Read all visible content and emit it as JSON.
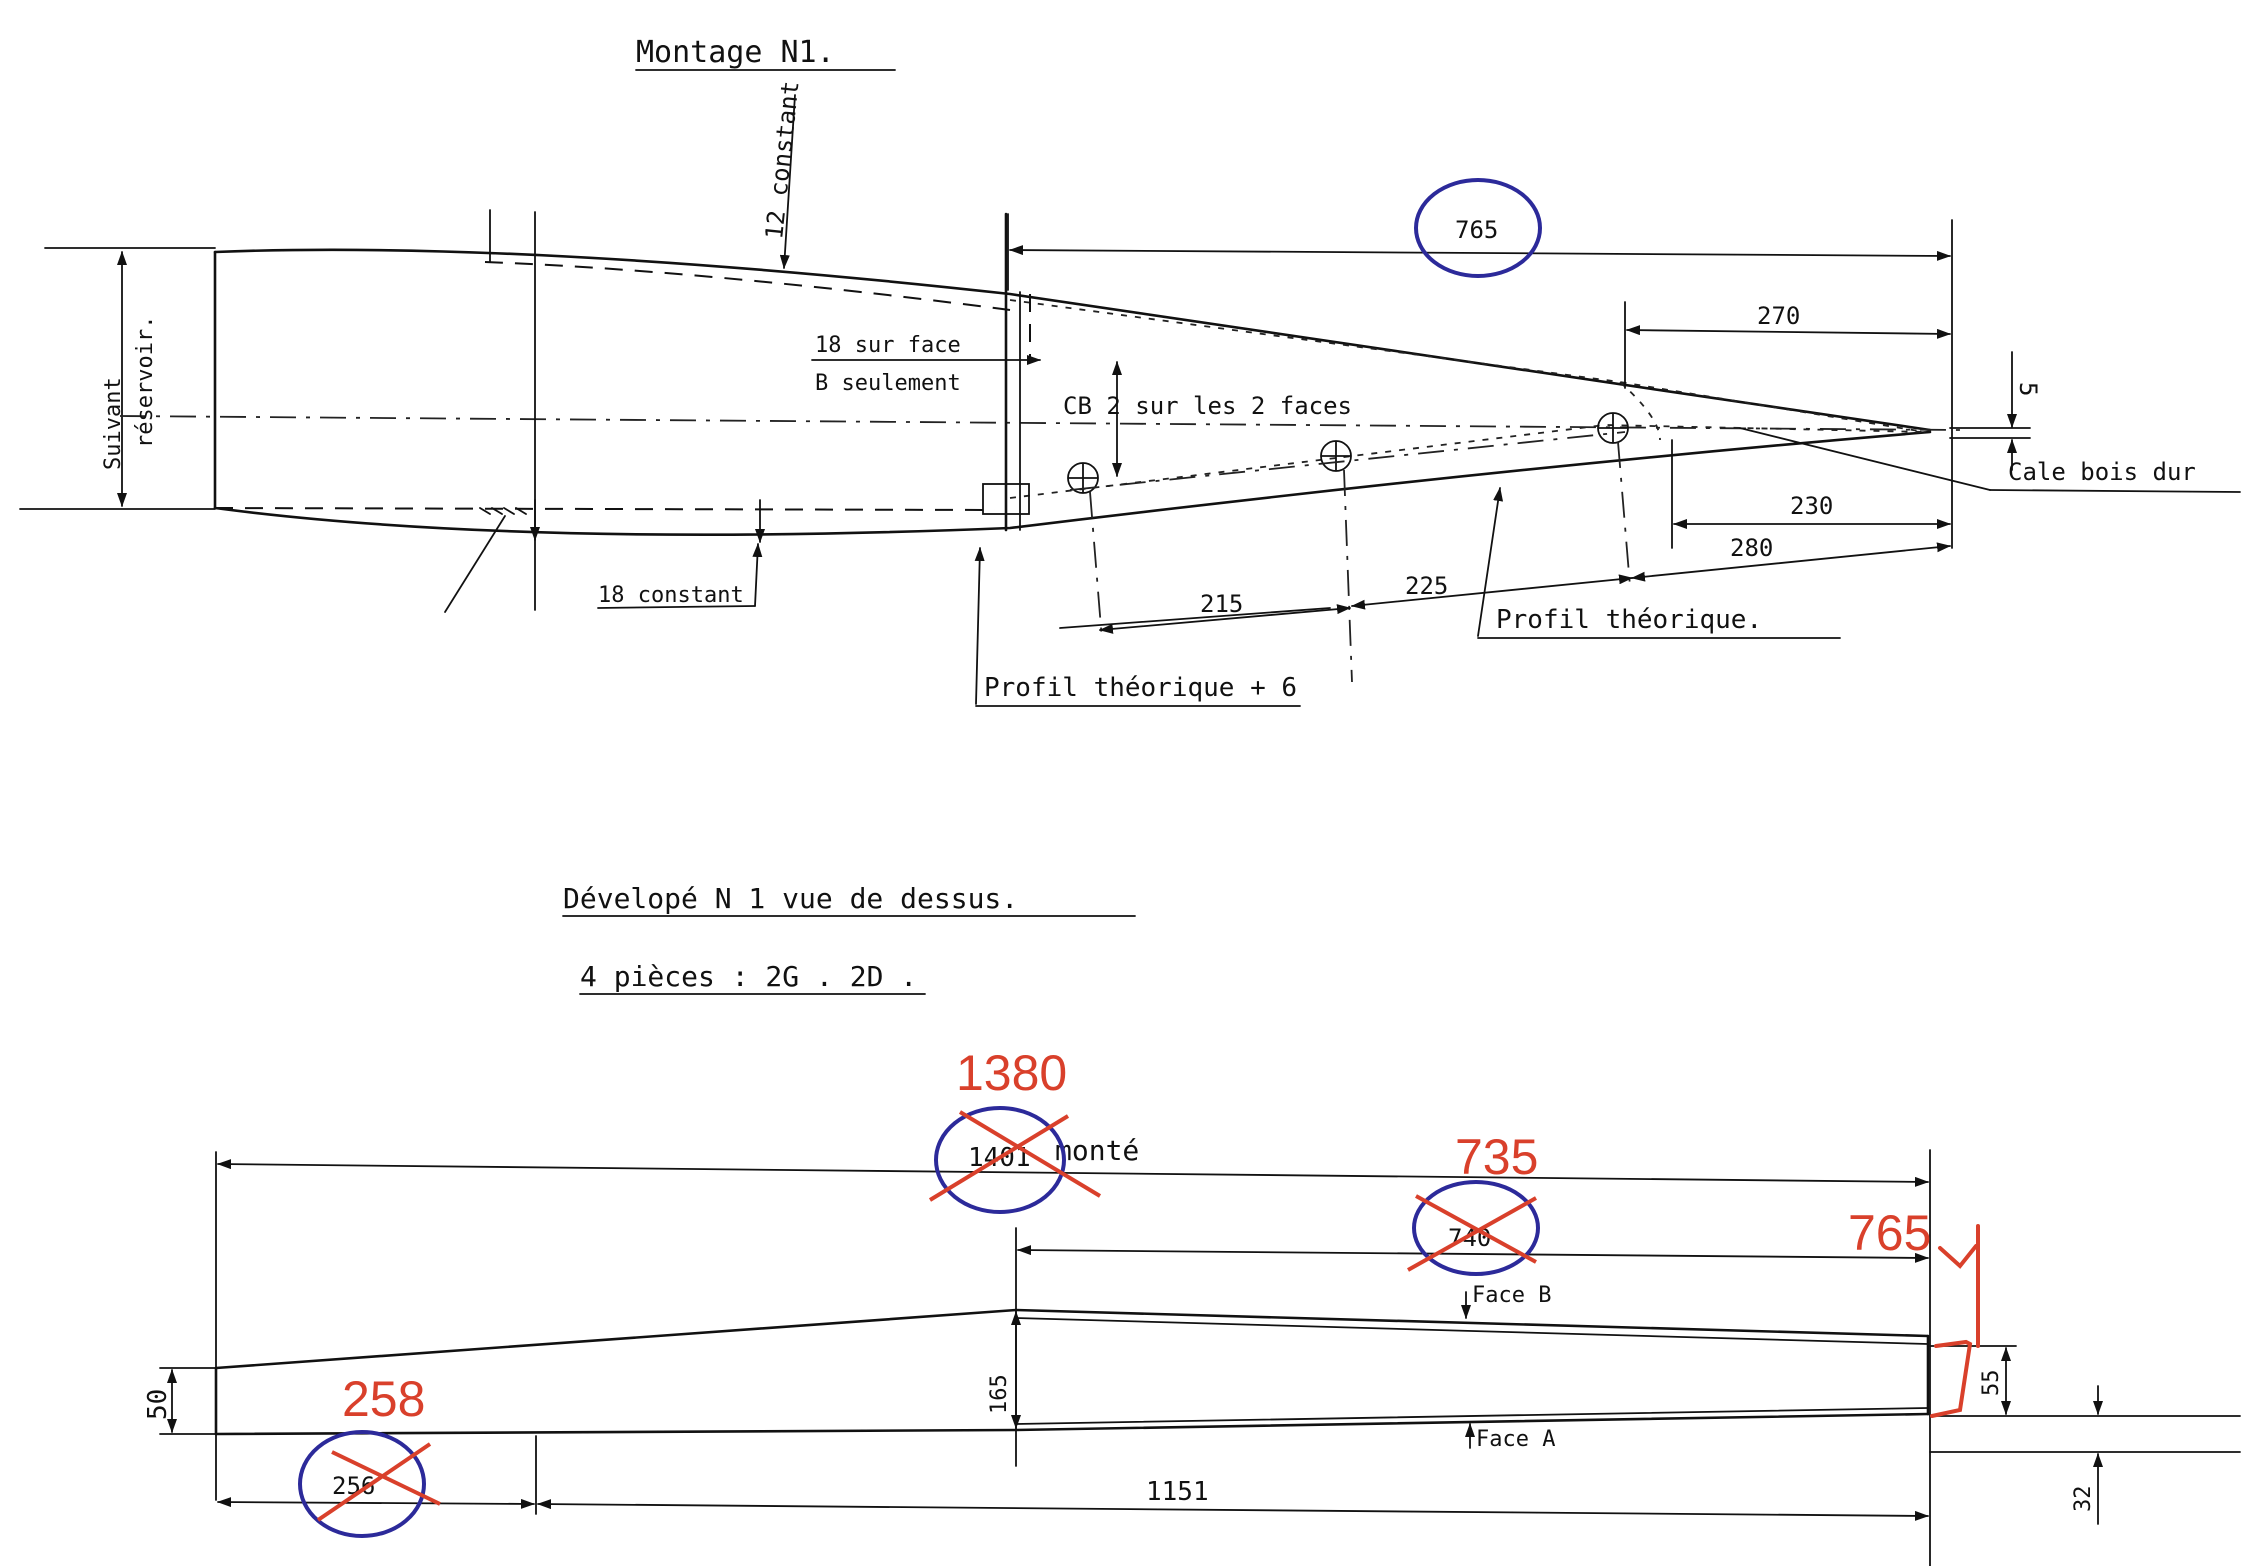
{
  "top": {
    "title": "Montage  N1.",
    "dim_765": "765",
    "dim_270": "270",
    "dim_5": "5",
    "dim_230": "230",
    "dim_280": "280",
    "dim_215": "215",
    "dim_225": "225",
    "label_12_constant": "12 constant",
    "label_18_sur_face": "18 sur face",
    "label_b_seulement": "B seulement",
    "label_cb": "CB  2 sur les 2 faces",
    "label_cale": "Cale bois dur",
    "label_suivant": "Suivant",
    "label_reservoir": "réservoir.",
    "label_18_constant": "18 constant",
    "label_profil_plus6": "Profil théorique + 6",
    "label_profil": "Profil théorique."
  },
  "bottom": {
    "title": "Dévelopé  N 1  vue de  dessus.",
    "pieces": "4 pièces :  2G . 2D .",
    "dim_1401": "1401",
    "dim_monte": "monté",
    "dim_740": "740",
    "dim_165": "165",
    "dim_50": "50",
    "dim_55": "55",
    "dim_32": "32",
    "dim_256": "256",
    "dim_1151": "1151",
    "label_face_b": "Face B",
    "label_face_a": "Face A"
  },
  "corrections": {
    "c1380": "1380",
    "c735": "735",
    "c765": "765",
    "c258": "258"
  },
  "colors": {
    "ink": "#111111",
    "correction_red": "#d9402b",
    "circle_blue": "#2c2a9a"
  }
}
